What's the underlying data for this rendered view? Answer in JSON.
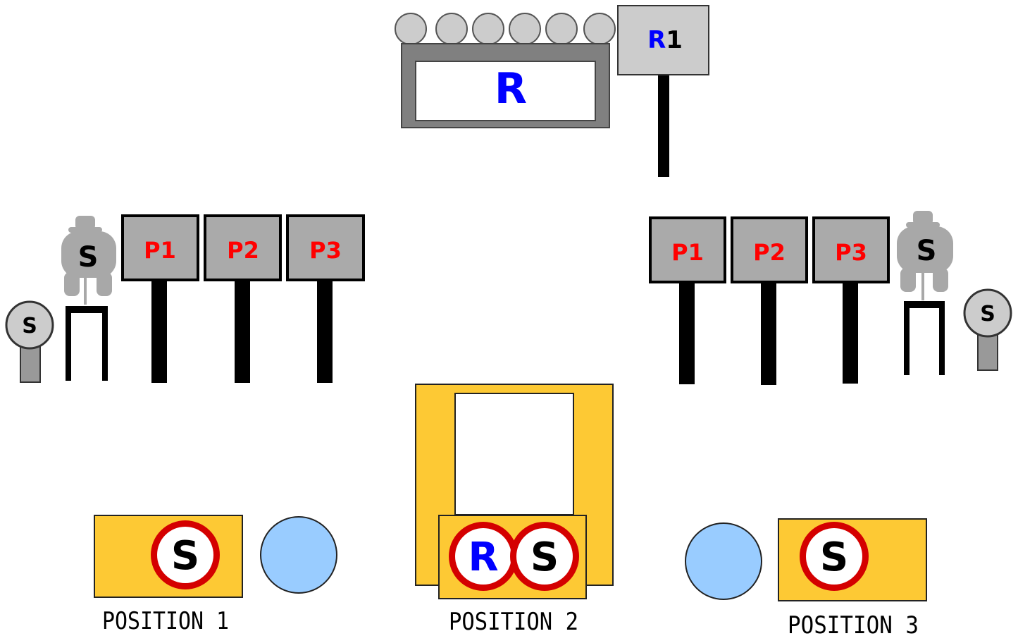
{
  "referee_table": {
    "label": "R"
  },
  "referee_board": {
    "label_letter": "R",
    "label_number": "1"
  },
  "left_group": {
    "panels": [
      {
        "label": "P1"
      },
      {
        "label": "P2"
      },
      {
        "label": "P3"
      }
    ],
    "seated_person": {
      "label": "S"
    },
    "stand": {
      "label": "S"
    }
  },
  "right_group": {
    "panels": [
      {
        "label": "P1"
      },
      {
        "label": "P2"
      },
      {
        "label": "P3"
      }
    ],
    "seated_person": {
      "label": "S"
    },
    "stand": {
      "label": "S"
    }
  },
  "positions": [
    {
      "label": "POSITION 1",
      "markers": [
        {
          "label": "S"
        }
      ]
    },
    {
      "label": "POSITION 2",
      "markers": [
        {
          "label": "R"
        },
        {
          "label": "S"
        }
      ]
    },
    {
      "label": "POSITION 3",
      "markers": [
        {
          "label": "S"
        }
      ]
    }
  ],
  "colors": {
    "panel_fill": "#aaaaaa",
    "panel_label": "#ff0000",
    "referee_label": "#0000ff",
    "mat_fill": "#fdc934",
    "marker_ring": "#d40000",
    "ball_fill": "#99ccff",
    "table_frame": "#808080",
    "balls": "#cccccc"
  }
}
